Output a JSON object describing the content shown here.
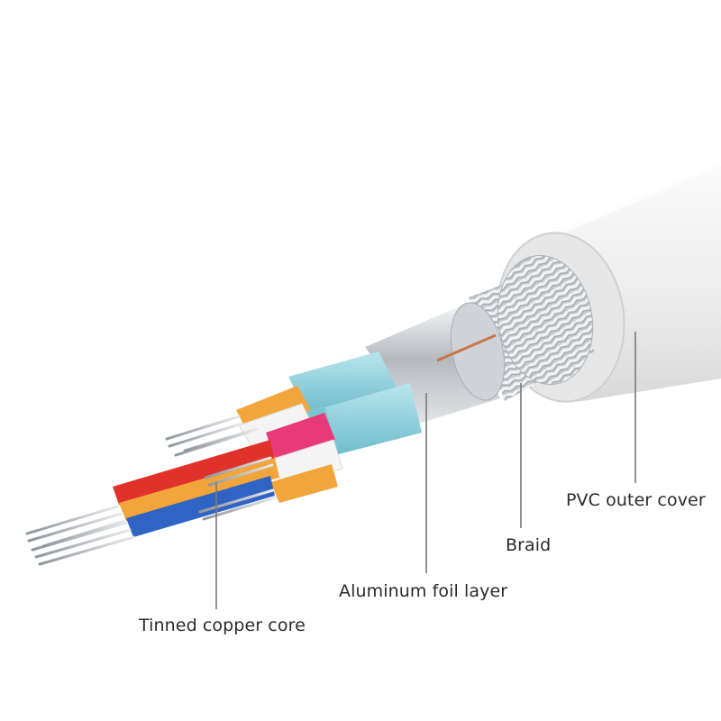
{
  "labels": {
    "pvc_outer_cover": "PVC outer cover",
    "braid": "Braid",
    "aluminum_foil_layer": "Aluminum foil layer",
    "tinned_copper_core": "Tinned copper core"
  },
  "colors": {
    "background": "#ffffff",
    "jacket": "#eeeeee",
    "braid": "#d2d4d8",
    "foil": "#c4c7cb",
    "foil_wrap": "#8fd0dc",
    "wire_red": "#e0322b",
    "wire_orange": "#f2a53a",
    "wire_blue": "#2f63c4",
    "wire_pink": "#e83a78",
    "wire_white": "#f4f4f4",
    "copper": "#b9bec4",
    "leader_line": "#7a7a7a"
  }
}
